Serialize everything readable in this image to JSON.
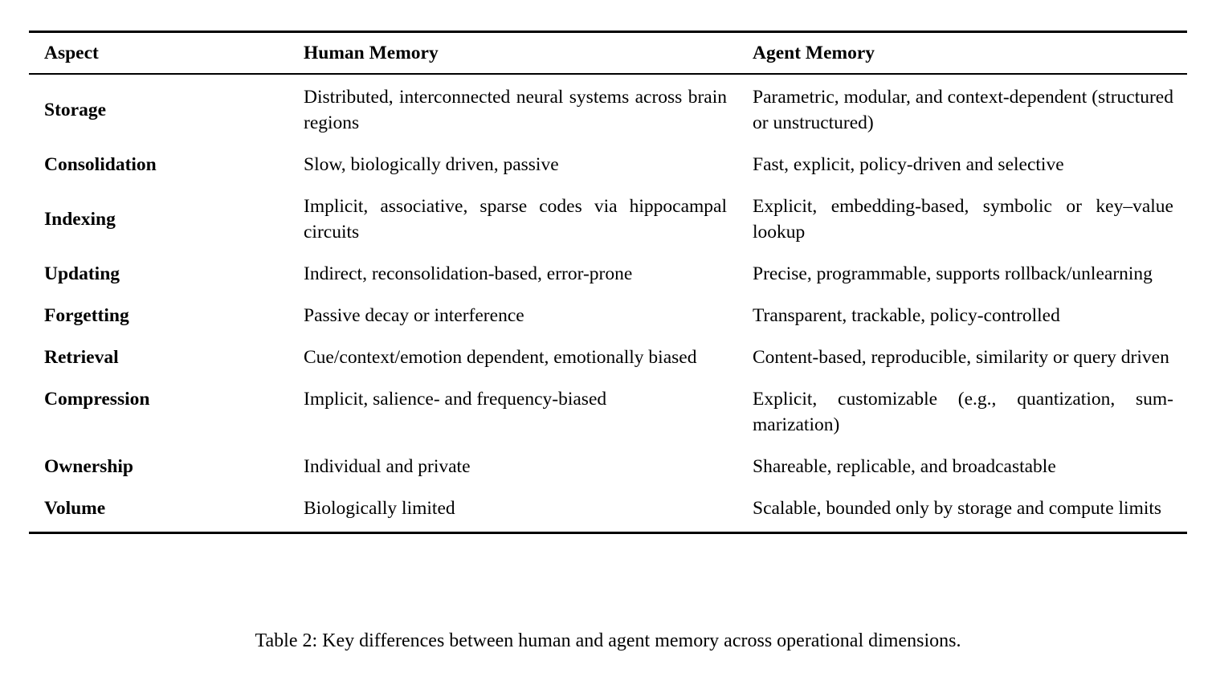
{
  "table": {
    "headers": [
      "Aspect",
      "Human Memory",
      "Agent Memory"
    ],
    "rows": [
      {
        "aspect": "Storage",
        "human": "Distributed, interconnected neural systems across brain regions",
        "agent": "Parametric, modular, and context-dependent (structured or unstructured)"
      },
      {
        "aspect": "Consolidation",
        "human": "Slow, biologically driven, passive",
        "agent": "Fast, explicit, policy-driven and selective"
      },
      {
        "aspect": "Indexing",
        "human": "Implicit, associative, sparse codes via hip­pocampal circuits",
        "agent": "Explicit, embedding-based, symbolic or key–value lookup"
      },
      {
        "aspect": "Updating",
        "human": "Indirect, reconsolidation-based, error-prone",
        "agent": "Precise, programmable, supports rollback/un­learning"
      },
      {
        "aspect": "Forgetting",
        "human": "Passive decay or interference",
        "agent": "Transparent, trackable, policy-controlled"
      },
      {
        "aspect": "Retrieval",
        "human": "Cue/context/emotion dependent, emotionally biased",
        "agent": "Content-based, reproducible, similarity or query driven"
      },
      {
        "aspect": "Compression",
        "human": "Implicit, salience- and frequency-biased",
        "agent": "Explicit, customizable (e.g., quantization, sum­marization)"
      },
      {
        "aspect": "Ownership",
        "human": "Individual and private",
        "agent": "Shareable, replicable, and broadcastable"
      },
      {
        "aspect": "Volume",
        "human": "Biologically limited",
        "agent": "Scalable, bounded only by storage and com­pute limits"
      }
    ],
    "caption": "Table 2: Key differences between human and agent memory across operational dimensions."
  }
}
